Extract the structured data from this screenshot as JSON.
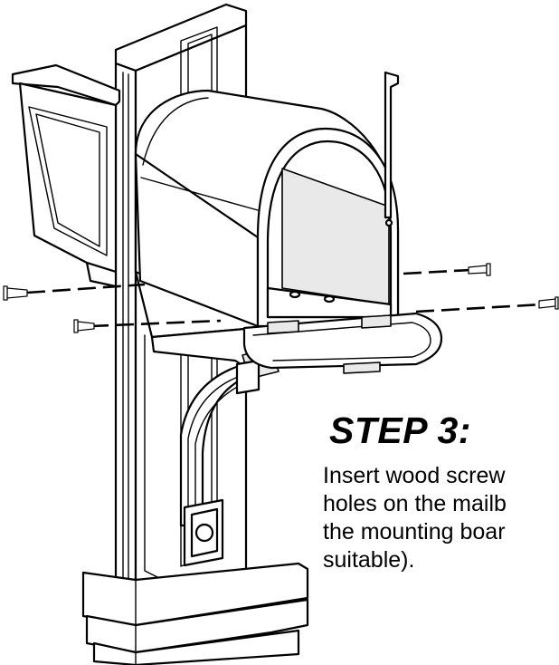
{
  "instruction": {
    "heading": "STEP 3:",
    "lines": [
      "Insert wood screw",
      "holes on the mailb",
      "the mounting boar",
      "suitable)."
    ]
  },
  "colors": {
    "line": "#000000",
    "background": "#ffffff"
  },
  "icons": [
    "mailbox",
    "mounting-post",
    "wood-screw",
    "mailbox-flag"
  ]
}
